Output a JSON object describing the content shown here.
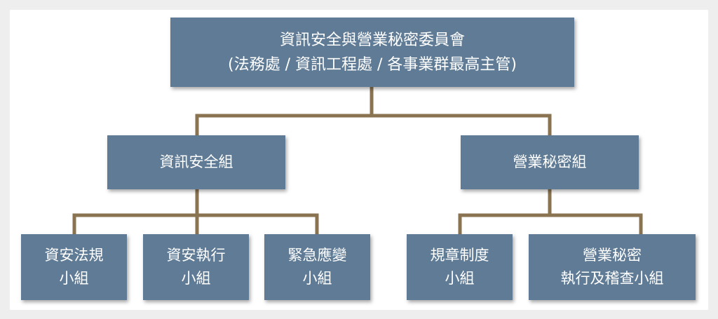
{
  "colors": {
    "box": "#5f7b95",
    "connector": "#8a7350",
    "text": "#ffffff"
  },
  "root": {
    "line1": "資訊安全與營業秘密委員會",
    "line2": "(法務處 / 資訊工程處 / 各事業群最高主管)"
  },
  "groups": [
    {
      "label": "資訊安全組"
    },
    {
      "label": "營業秘密組"
    }
  ],
  "units": [
    {
      "line1": "資安法規",
      "line2": "小組"
    },
    {
      "line1": "資安執行",
      "line2": "小組"
    },
    {
      "line1": "緊急應變",
      "line2": "小組"
    },
    {
      "line1": "規章制度",
      "line2": "小組"
    },
    {
      "line1": "營業秘密",
      "line2": "執行及稽查小組"
    }
  ]
}
